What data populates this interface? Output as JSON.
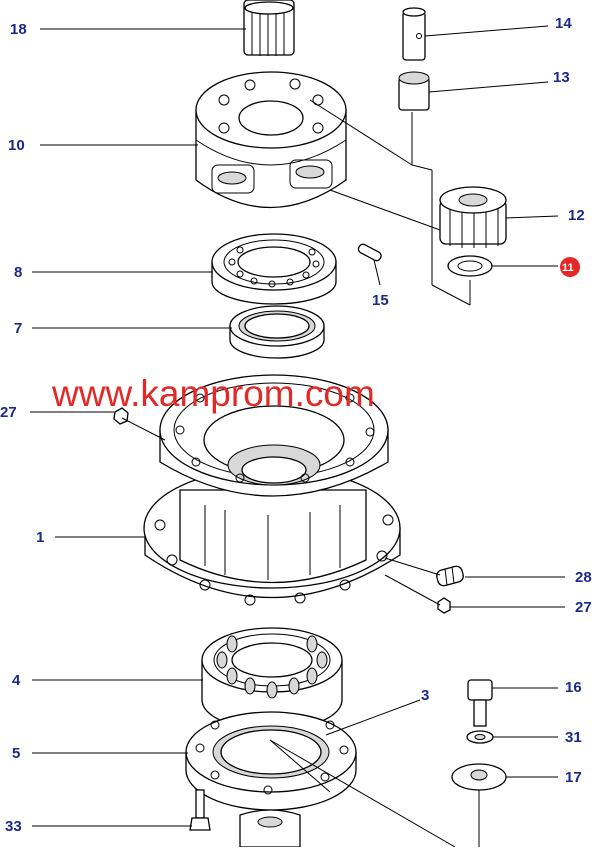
{
  "watermark": "www.kamprom.com",
  "colors": {
    "callout": "#1a2a8c",
    "watermark": "#e32828",
    "highlight": "#e32828"
  },
  "highlighted_callout": "11",
  "callouts": [
    {
      "num": "18"
    },
    {
      "num": "10"
    },
    {
      "num": "8"
    },
    {
      "num": "7"
    },
    {
      "num": "27"
    },
    {
      "num": "1"
    },
    {
      "num": "4"
    },
    {
      "num": "5"
    },
    {
      "num": "33"
    },
    {
      "num": "14"
    },
    {
      "num": "13"
    },
    {
      "num": "12"
    },
    {
      "num": "11"
    },
    {
      "num": "15"
    },
    {
      "num": "28"
    },
    {
      "num": "27"
    },
    {
      "num": "3"
    },
    {
      "num": "16"
    },
    {
      "num": "31"
    },
    {
      "num": "17"
    }
  ]
}
